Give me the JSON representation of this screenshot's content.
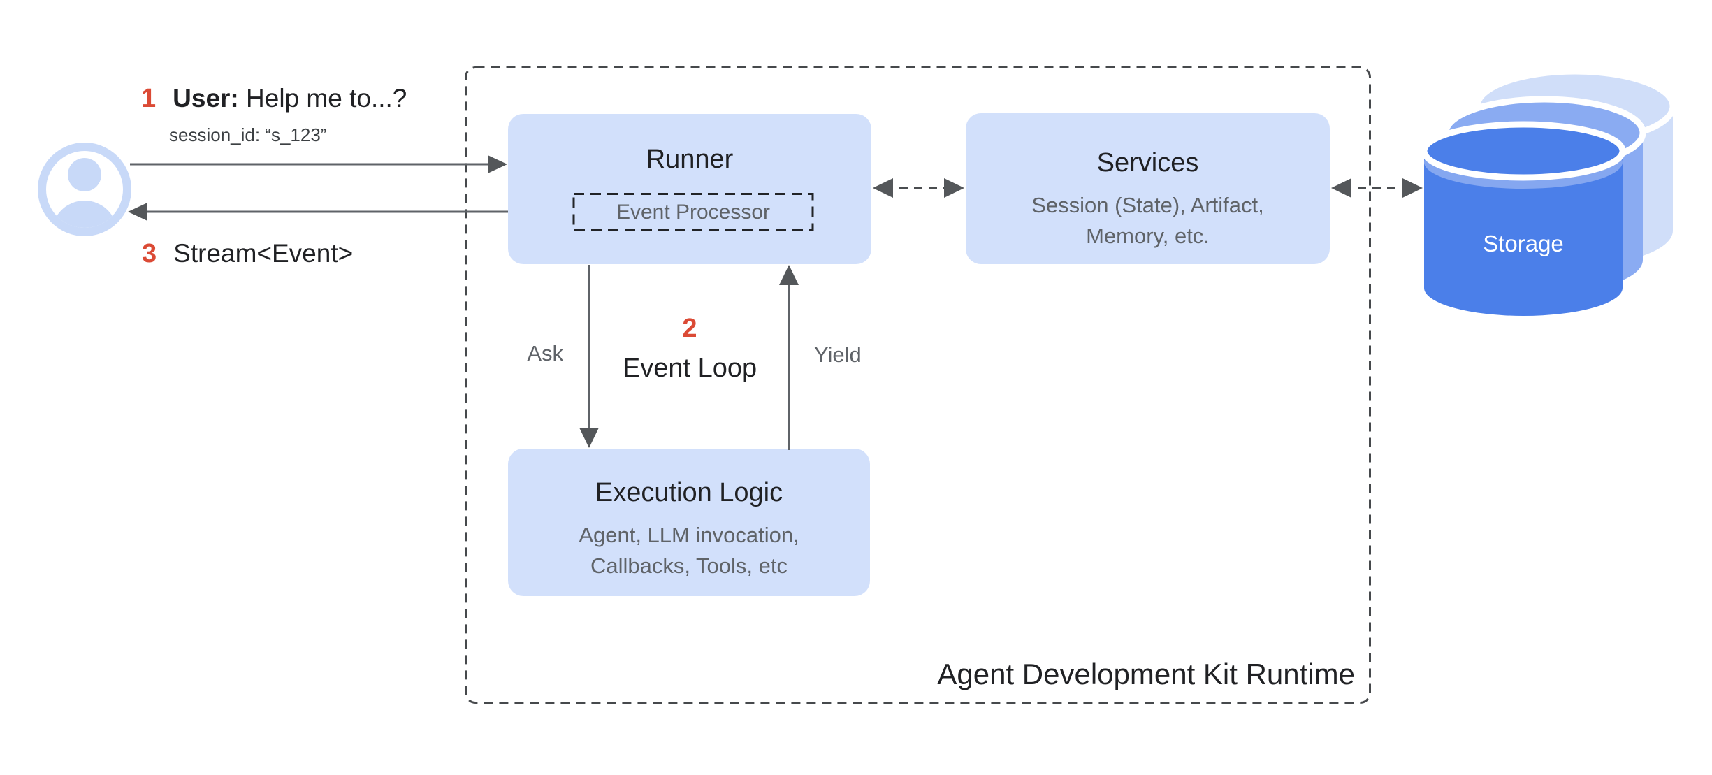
{
  "colors": {
    "box_fill": "#d2e0fb",
    "avatar_blue": "#c8d9f8",
    "accent_red": "#db4a35",
    "text_dark": "#202124",
    "text_gray": "#5f6368",
    "line_gray": "#5f6368",
    "dashed_border_gray": "#46494c",
    "storage_front_blue": "#4b7fe9",
    "storage_rim_blue": "#85a7f0",
    "storage_mid_blue": "#8aabf2",
    "storage_back_blue": "#d0def9"
  },
  "user": {
    "step_number": "1",
    "label_bold": "User:",
    "label_text": " Help me to...?",
    "session_line": "session_id: “s_123”",
    "stream_step_number": "3",
    "stream_text": "Stream<Event>"
  },
  "runtime": {
    "frame_label": "Agent Development Kit Runtime",
    "runner": {
      "title": "Runner",
      "event_processor": "Event Processor"
    },
    "services": {
      "title": "Services",
      "subtitle_lines": [
        "Session (State), Artifact,",
        "Memory, etc."
      ]
    },
    "execution": {
      "title": "Execution Logic",
      "subtitle_lines": [
        "Agent, LLM invocation,",
        "Callbacks, Tools, etc"
      ]
    },
    "event_loop": {
      "step_number": "2",
      "label": "Event Loop",
      "ask_label": "Ask",
      "yield_label": "Yield"
    }
  },
  "storage": {
    "label": "Storage"
  }
}
